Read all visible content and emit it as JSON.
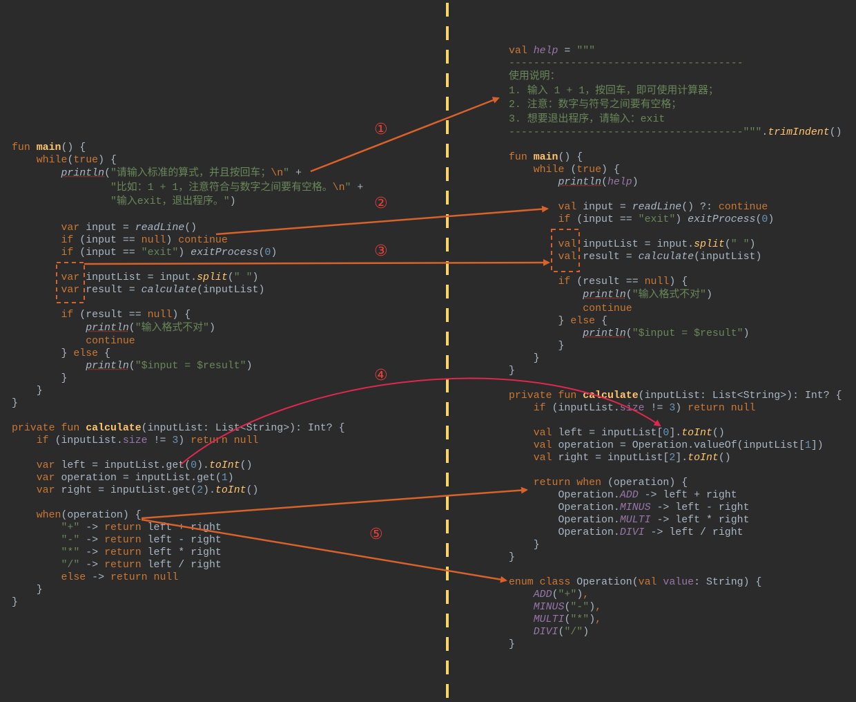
{
  "left_code": {
    "lines": [
      [
        [
          "k",
          "fun "
        ],
        [
          "f",
          "main"
        ],
        [
          "t",
          "() {"
        ]
      ],
      [
        [
          "k",
          "    while"
        ],
        [
          "t",
          "("
        ],
        [
          "k",
          "true"
        ],
        [
          "t",
          ") {"
        ]
      ],
      [
        [
          "t",
          "        "
        ],
        [
          "iu",
          "println"
        ],
        [
          "t",
          "("
        ],
        [
          "s",
          "\"请输入标准的算式，并且按回车；"
        ],
        [
          "e",
          "\\n"
        ],
        [
          "s",
          "\""
        ],
        [
          "t",
          " +"
        ]
      ],
      [
        [
          "t",
          "                "
        ],
        [
          "s",
          "\"比如：1 + 1，注意符合与数字之间要有空格。"
        ],
        [
          "e",
          "\\n"
        ],
        [
          "s",
          "\""
        ],
        [
          "t",
          " +"
        ]
      ],
      [
        [
          "t",
          "                "
        ],
        [
          "s",
          "\"输入exit，退出程序。\""
        ],
        [
          "t",
          ")"
        ]
      ],
      [],
      [
        [
          "k",
          "        var "
        ],
        [
          "t",
          "input = "
        ],
        [
          "i",
          "readLine"
        ],
        [
          "t",
          "()"
        ]
      ],
      [
        [
          "k",
          "        if "
        ],
        [
          "t",
          "(input == "
        ],
        [
          "k",
          "null"
        ],
        [
          "t",
          ") "
        ],
        [
          "k",
          "continue"
        ]
      ],
      [
        [
          "k",
          "        if "
        ],
        [
          "t",
          "(input == "
        ],
        [
          "s",
          "\"exit\""
        ],
        [
          "t",
          ") "
        ],
        [
          "i",
          "exitProcess"
        ],
        [
          "t",
          "("
        ],
        [
          "n",
          "0"
        ],
        [
          "t",
          ")"
        ]
      ],
      [],
      [
        [
          "k",
          "        var "
        ],
        [
          "t",
          "inputList = input."
        ],
        [
          "y",
          "split"
        ],
        [
          "t",
          "("
        ],
        [
          "s",
          "\" \""
        ],
        [
          "t",
          ")"
        ]
      ],
      [
        [
          "k",
          "        var "
        ],
        [
          "t",
          "result = "
        ],
        [
          "i",
          "calculate"
        ],
        [
          "t",
          "(inputList)"
        ]
      ],
      [],
      [
        [
          "k",
          "        if "
        ],
        [
          "t",
          "(result == "
        ],
        [
          "k",
          "null"
        ],
        [
          "t",
          ") {"
        ]
      ],
      [
        [
          "t",
          "            "
        ],
        [
          "iu",
          "println"
        ],
        [
          "t",
          "("
        ],
        [
          "s",
          "\"输入格式不对\""
        ],
        [
          "t",
          ")"
        ]
      ],
      [
        [
          "k",
          "            continue"
        ]
      ],
      [
        [
          "t",
          "        } "
        ],
        [
          "k",
          "else"
        ],
        [
          "t",
          " {"
        ]
      ],
      [
        [
          "t",
          "            "
        ],
        [
          "iu",
          "println"
        ],
        [
          "t",
          "("
        ],
        [
          "s",
          "\"$input = $result\""
        ],
        [
          "t",
          ")"
        ]
      ],
      [
        [
          "t",
          "        }"
        ]
      ],
      [
        [
          "t",
          "    }"
        ]
      ],
      [
        [
          "t",
          "}"
        ]
      ],
      [],
      [
        [
          "k",
          "private fun "
        ],
        [
          "f",
          "calculate"
        ],
        [
          "t",
          "(inputList: List<String>): Int? {"
        ]
      ],
      [
        [
          "k",
          "    if "
        ],
        [
          "t",
          "(inputList."
        ],
        [
          "pp",
          "size"
        ],
        [
          "t",
          " != "
        ],
        [
          "n",
          "3"
        ],
        [
          "t",
          ") "
        ],
        [
          "k",
          "return null"
        ]
      ],
      [],
      [
        [
          "k",
          "    var "
        ],
        [
          "t",
          "left = inputList.get("
        ],
        [
          "n",
          "0"
        ],
        [
          "t",
          ")."
        ],
        [
          "y",
          "toInt"
        ],
        [
          "t",
          "()"
        ]
      ],
      [
        [
          "k",
          "    var "
        ],
        [
          "t",
          "operation = inputList.get("
        ],
        [
          "n",
          "1"
        ],
        [
          "t",
          ")"
        ]
      ],
      [
        [
          "k",
          "    var "
        ],
        [
          "t",
          "right = inputList.get("
        ],
        [
          "n",
          "2"
        ],
        [
          "t",
          ")."
        ],
        [
          "y",
          "toInt"
        ],
        [
          "t",
          "()"
        ]
      ],
      [],
      [
        [
          "k",
          "    when"
        ],
        [
          "t",
          "(operation) {"
        ]
      ],
      [
        [
          "t",
          "        "
        ],
        [
          "s",
          "\"+\""
        ],
        [
          "t",
          " -> "
        ],
        [
          "k",
          "return "
        ],
        [
          "t",
          "left + right"
        ]
      ],
      [
        [
          "t",
          "        "
        ],
        [
          "s",
          "\"-\""
        ],
        [
          "t",
          " -> "
        ],
        [
          "k",
          "return "
        ],
        [
          "t",
          "left - right"
        ]
      ],
      [
        [
          "t",
          "        "
        ],
        [
          "s",
          "\"*\""
        ],
        [
          "t",
          " -> "
        ],
        [
          "k",
          "return "
        ],
        [
          "t",
          "left * right"
        ]
      ],
      [
        [
          "t",
          "        "
        ],
        [
          "s",
          "\"/\""
        ],
        [
          "t",
          " -> "
        ],
        [
          "k",
          "return "
        ],
        [
          "t",
          "left / right"
        ]
      ],
      [
        [
          "k",
          "        else "
        ],
        [
          "t",
          "-> "
        ],
        [
          "k",
          "return null"
        ]
      ],
      [
        [
          "t",
          "    }"
        ]
      ],
      [
        [
          "t",
          "}"
        ]
      ]
    ]
  },
  "right_code": {
    "lines": [
      [
        [
          "k",
          "val "
        ],
        [
          "v",
          "help"
        ],
        [
          "t",
          " = "
        ],
        [
          "s",
          "\"\"\""
        ]
      ],
      [
        [
          "s",
          "--------------------------------------"
        ]
      ],
      [
        [
          "s",
          "使用说明："
        ]
      ],
      [
        [
          "s",
          "1. 输入 1 + 1，按回车，即可使用计算器；"
        ]
      ],
      [
        [
          "s",
          "2. 注意：数字与符号之间要有空格；"
        ]
      ],
      [
        [
          "s",
          "3. 想要退出程序，请输入：exit"
        ]
      ],
      [
        [
          "s",
          "--------------------------------------\"\"\""
        ],
        [
          "t",
          "."
        ],
        [
          "y",
          "trimIndent"
        ],
        [
          "t",
          "()"
        ]
      ],
      [],
      [
        [
          "k",
          "fun "
        ],
        [
          "f",
          "main"
        ],
        [
          "t",
          "() {"
        ]
      ],
      [
        [
          "k",
          "    while "
        ],
        [
          "t",
          "("
        ],
        [
          "k",
          "true"
        ],
        [
          "t",
          ") {"
        ]
      ],
      [
        [
          "t",
          "        "
        ],
        [
          "iu",
          "println"
        ],
        [
          "t",
          "("
        ],
        [
          "v",
          "help"
        ],
        [
          "t",
          ")"
        ]
      ],
      [],
      [
        [
          "k",
          "        val "
        ],
        [
          "t",
          "input = "
        ],
        [
          "i",
          "readLine"
        ],
        [
          "t",
          "() ?: "
        ],
        [
          "k",
          "continue"
        ]
      ],
      [
        [
          "k",
          "        if "
        ],
        [
          "t",
          "(input == "
        ],
        [
          "s",
          "\"exit\""
        ],
        [
          "t",
          ") "
        ],
        [
          "i",
          "exitProcess"
        ],
        [
          "t",
          "("
        ],
        [
          "n",
          "0"
        ],
        [
          "t",
          ")"
        ]
      ],
      [],
      [
        [
          "k",
          "        val "
        ],
        [
          "t",
          "inputList = input."
        ],
        [
          "y",
          "split"
        ],
        [
          "t",
          "("
        ],
        [
          "s",
          "\" \""
        ],
        [
          "t",
          ")"
        ]
      ],
      [
        [
          "k",
          "        val "
        ],
        [
          "t",
          "result = "
        ],
        [
          "i",
          "calculate"
        ],
        [
          "t",
          "(inputList)"
        ]
      ],
      [],
      [
        [
          "k",
          "        if "
        ],
        [
          "t",
          "(result == "
        ],
        [
          "k",
          "null"
        ],
        [
          "t",
          ") {"
        ]
      ],
      [
        [
          "t",
          "            "
        ],
        [
          "iu",
          "println"
        ],
        [
          "t",
          "("
        ],
        [
          "s",
          "\"输入格式不对\""
        ],
        [
          "t",
          ")"
        ]
      ],
      [
        [
          "k",
          "            continue"
        ]
      ],
      [
        [
          "t",
          "        } "
        ],
        [
          "k",
          "else"
        ],
        [
          "t",
          " {"
        ]
      ],
      [
        [
          "t",
          "            "
        ],
        [
          "iu",
          "println"
        ],
        [
          "t",
          "("
        ],
        [
          "s",
          "\"$input = $result\""
        ],
        [
          "t",
          ")"
        ]
      ],
      [
        [
          "t",
          "        }"
        ]
      ],
      [
        [
          "t",
          "    }"
        ]
      ],
      [
        [
          "t",
          "}"
        ]
      ],
      [],
      [
        [
          "k",
          "private fun "
        ],
        [
          "f",
          "calculate"
        ],
        [
          "t",
          "(inputList: List<String>): Int? {"
        ]
      ],
      [
        [
          "k",
          "    if "
        ],
        [
          "t",
          "(inputList."
        ],
        [
          "pp",
          "size"
        ],
        [
          "t",
          " != "
        ],
        [
          "n",
          "3"
        ],
        [
          "t",
          ") "
        ],
        [
          "k",
          "return null"
        ]
      ],
      [],
      [
        [
          "k",
          "    val "
        ],
        [
          "t",
          "left = inputList["
        ],
        [
          "n",
          "0"
        ],
        [
          "t",
          "]."
        ],
        [
          "y",
          "toInt"
        ],
        [
          "t",
          "()"
        ]
      ],
      [
        [
          "k",
          "    val "
        ],
        [
          "t",
          "operation = Operation.valueOf(inputList["
        ],
        [
          "n",
          "1"
        ],
        [
          "t",
          "])"
        ]
      ],
      [
        [
          "k",
          "    val "
        ],
        [
          "t",
          "right = inputList["
        ],
        [
          "n",
          "2"
        ],
        [
          "t",
          "]."
        ],
        [
          "y",
          "toInt"
        ],
        [
          "t",
          "()"
        ]
      ],
      [],
      [
        [
          "k",
          "    return when "
        ],
        [
          "t",
          "(operation) {"
        ]
      ],
      [
        [
          "t",
          "        Operation."
        ],
        [
          "v",
          "ADD"
        ],
        [
          "t",
          " -> left + right"
        ]
      ],
      [
        [
          "t",
          "        Operation."
        ],
        [
          "v",
          "MINUS"
        ],
        [
          "t",
          " -> left - right"
        ]
      ],
      [
        [
          "t",
          "        Operation."
        ],
        [
          "v",
          "MULTI"
        ],
        [
          "t",
          " -> left * right"
        ]
      ],
      [
        [
          "t",
          "        Operation."
        ],
        [
          "v",
          "DIVI"
        ],
        [
          "t",
          " -> left / right"
        ]
      ],
      [
        [
          "t",
          "    }"
        ]
      ],
      [
        [
          "t",
          "}"
        ]
      ],
      [],
      [
        [
          "k",
          "enum class "
        ],
        [
          "t",
          "Operation("
        ],
        [
          "k",
          "val "
        ],
        [
          "pp",
          "value"
        ],
        [
          "t",
          ": String) {"
        ]
      ],
      [
        [
          "t",
          "    "
        ],
        [
          "v",
          "ADD"
        ],
        [
          "t",
          "("
        ],
        [
          "s",
          "\"+\""
        ],
        [
          "t",
          ")"
        ],
        [
          "k",
          ","
        ]
      ],
      [
        [
          "t",
          "    "
        ],
        [
          "v",
          "MINUS"
        ],
        [
          "t",
          "("
        ],
        [
          "s",
          "\"-\""
        ],
        [
          "t",
          ")"
        ],
        [
          "k",
          ","
        ]
      ],
      [
        [
          "t",
          "    "
        ],
        [
          "v",
          "MULTI"
        ],
        [
          "t",
          "("
        ],
        [
          "s",
          "\"*\""
        ],
        [
          "t",
          ")"
        ],
        [
          "k",
          ","
        ]
      ],
      [
        [
          "t",
          "    "
        ],
        [
          "v",
          "DIVI"
        ],
        [
          "t",
          "("
        ],
        [
          "s",
          "\"/\""
        ],
        [
          "t",
          ")"
        ]
      ],
      [
        [
          "t",
          "}"
        ]
      ]
    ]
  },
  "annotations": {
    "labels": [
      "①",
      "②",
      "③",
      "④",
      "⑤"
    ],
    "arrow_color": "#d9622b",
    "curve_color": "#e0284f",
    "divider_color": "#f7d566"
  }
}
